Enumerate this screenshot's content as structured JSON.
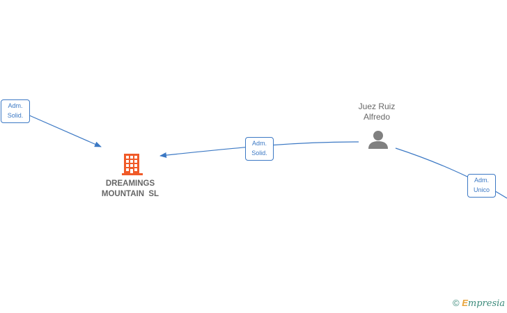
{
  "nodes": {
    "company": {
      "line1": "DREAMINGS",
      "line2": "MOUNTAIN  SL"
    },
    "person": {
      "line1": "Juez Ruiz",
      "line2": "Alfredo"
    }
  },
  "edges": [
    {
      "line1": "Adm.",
      "line2": "Solid."
    },
    {
      "line1": "Adm.",
      "line2": "Solid."
    },
    {
      "line1": "Adm.",
      "line2": "Unico"
    }
  ],
  "watermark": {
    "copyright": "©",
    "e": "E",
    "rest": "mpresia"
  },
  "colors": {
    "edge": "#3b78c4",
    "company_icon": "#f05a28",
    "person_icon": "#808080",
    "label_text": "#666666"
  },
  "icons": {
    "company": "building-icon",
    "person": "person-icon"
  }
}
